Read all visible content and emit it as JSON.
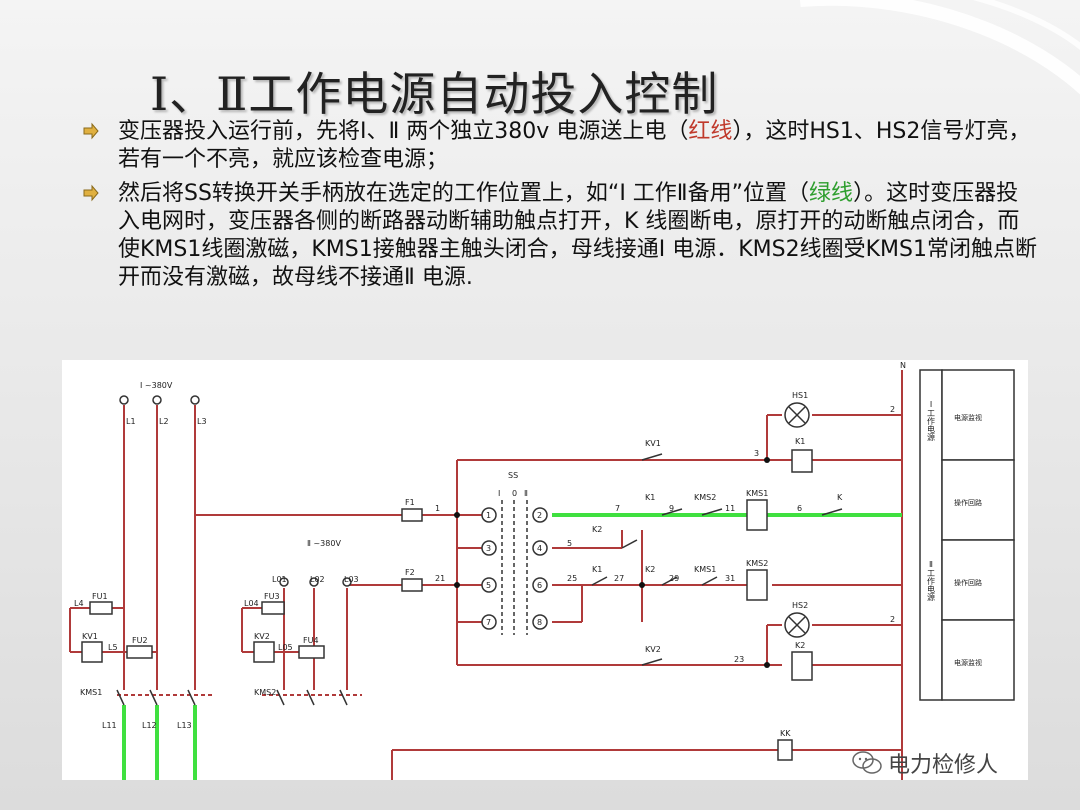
{
  "slide": {
    "title": "Ⅰ、Ⅱ工作电源自动投入控制",
    "bullet1": {
      "part1": "变压器投入运行前，先将Ⅰ、Ⅱ 两个独立380v 电源送上电（",
      "red": "红线",
      "part2": "），这时HS1、HS2信号灯亮，若有一个不亮，就应该检查电源；"
    },
    "bullet2": {
      "part1": "然后将SS转换开关手柄放在选定的工作位置上，如“Ⅰ 工作Ⅱ备用”位置（",
      "green": "绿线",
      "part2": "）。这时变压器投入电网时，变压器各侧的断路器动断辅助触点打开，K 线圈断电，原打开的动断触点闭合，而使KMS1线圈激磁，KMS1接触器主触头闭合，母线接通Ⅰ 电源．KMS2线圈受KMS1常闭触点断开而没有激磁，故母线不接通Ⅱ 电源."
    }
  },
  "diagram": {
    "supply1": "Ⅰ ~380V",
    "supply2": "Ⅱ ~380V",
    "n_label": "N",
    "L1": "L1",
    "L2": "L2",
    "L3": "L3",
    "L01": "L01",
    "L02": "L02",
    "L03": "L03",
    "L4": "L4",
    "L5": "L5",
    "L04": "L04",
    "L05": "L05",
    "L11": "L11",
    "L12": "L12",
    "L13": "L13",
    "FU1": "FU1",
    "FU2": "FU2",
    "FU3": "FU3",
    "FU4": "FU4",
    "KV1a": "KV1",
    "KV2a": "KV2",
    "KMS1a": "KMS1",
    "KMS2a": "KMS2",
    "F1": "F1",
    "F2": "F2",
    "n1": "1",
    "n21": "21",
    "SS": "SS",
    "ssI": "Ⅰ",
    "ss0": "0",
    "ssII": "Ⅱ",
    "c1": "1",
    "c2": "2",
    "c3": "3",
    "c4": "4",
    "c5": "5",
    "c6": "6",
    "c7": "7",
    "c8": "8",
    "HS1": "HS1",
    "HS2": "HS2",
    "K1": "K1",
    "K2": "K2",
    "KV1b": "KV1",
    "KV2b": "KV2",
    "w3": "3",
    "w2a": "2",
    "w7": "7",
    "w9": "9",
    "w11": "11",
    "w6": "6",
    "K1c": "K1",
    "KMS2c": "KMS2",
    "KMS1c": "KMS1",
    "Kc": "K",
    "K2c": "K2",
    "w5": "5",
    "w25": "25",
    "K1d": "K1",
    "w27": "27",
    "K2d": "K2",
    "w29": "29",
    "KMS1d": "KMS1",
    "w31": "31",
    "KMS2d": "KMS2",
    "w2b": "2",
    "w23": "23",
    "KK": "KK",
    "side1": "Ⅰ工作电源",
    "side2": "Ⅱ工作电源",
    "box1": "电源监视",
    "box2": "操作回路",
    "box3": "操作回路",
    "box4": "电源监视"
  },
  "watermark": "电力检修人",
  "colors": {
    "wire_red": "#b03a3a",
    "wire_green": "#3fe03f",
    "background": "#e9e9e9",
    "red_text": "#c0392b",
    "green_text": "#2e9e2e"
  }
}
